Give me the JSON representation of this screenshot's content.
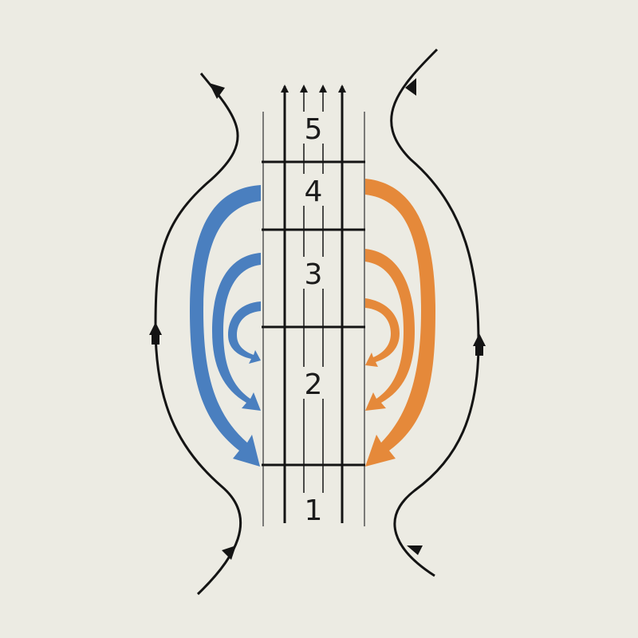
{
  "colors": {
    "background": "#ecebe3",
    "line": "#141414",
    "left_vortices": "#4a7fbf",
    "right_vortices": "#e5893a"
  },
  "zones": [
    {
      "label": "1"
    },
    {
      "label": "2"
    },
    {
      "label": "3"
    },
    {
      "label": "4"
    },
    {
      "label": "5"
    }
  ]
}
